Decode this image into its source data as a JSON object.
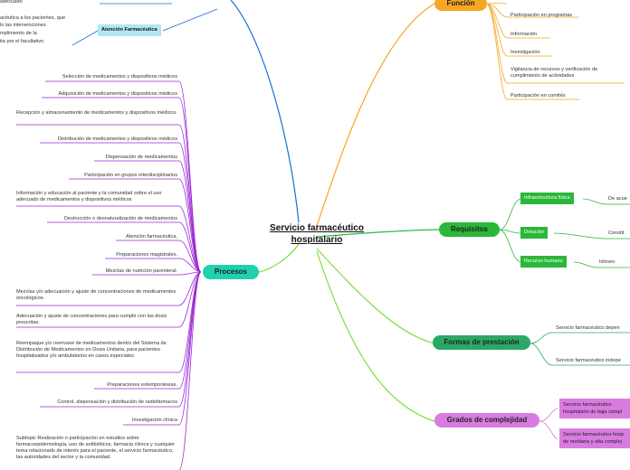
{
  "root": "Servicio farmacéutico hospitalario",
  "colors": {
    "funcion": "#f5a623",
    "requisitos": "#2ab73a",
    "formas": "#2aa868",
    "grados": "#d97be0",
    "procesos": "#1fd1b1",
    "atencion": "#b0e7f4",
    "branch_blue": "#1c6dd0",
    "branch_purple": "#9b27d6",
    "branch_green": "#79e23c"
  },
  "top_left": {
    "partial_1": "adecuado",
    "paragraph": [
      "acéutica a los pacientes, que",
      "lo las intervenciones",
      "mplimiento de la",
      "ita por el facultativo"
    ],
    "atencion_label": "Atención Farmacéutica"
  },
  "funcion": {
    "label": "Función",
    "items": [
      "Participación en programas",
      "Información",
      "Investigación",
      "Vigilancia de recursos y verificación de cumplimiento de actividades",
      "Participación en comités"
    ]
  },
  "requisitos": {
    "label": "Requisitos",
    "items": [
      {
        "tag": "Infraestructura física",
        "value": "De acue"
      },
      {
        "tag": "Dotación",
        "value": "Constit"
      },
      {
        "tag": "Recurso humano",
        "value": "Idóneo"
      }
    ]
  },
  "formas": {
    "label": "Formas de prestación",
    "items": [
      "Servicio farmacéutico depen",
      "Servicio farmacéutico indepe"
    ]
  },
  "grados": {
    "label": "Grados de complejidad",
    "items": [
      "Servicio farmacéutico hospitalario de baja compl",
      "Servicio farmacéutico hosp de mediana y alta complej"
    ]
  },
  "procesos": {
    "label": "Procesos",
    "items": [
      "Selección de medicamentos y dispositivos médicos",
      "Adquisición de medicamentos y dispositivos médicos",
      "Recepción y almacenamiento de medicamentos y dispositivos médicos.",
      "Distribución de medicamentos y dispositivos médicos",
      "Dispensación de medicamentos",
      "Participación en grupos interdisciplinarios",
      "Información y educación al paciente y la comunidad sobre el uso adecuado de medicamentos y dispositivos médicos",
      "Destrucción o desnaturalización de medicamentos",
      "Atención farmacéutica.",
      "Preparaciones magistrales.",
      "Mezclas de nutrición parenteral.",
      "Mezclas y/o adecuación y ajuste de concentraciones de medicamentos oncológicos.",
      "Adecuación y ajuste de concentraciones para cumplir con las dosis prescritas.",
      "Reempaque y/o reenvase de medicamentos dentro del Sistema de Distribución de Medicamentos en Dosis Unitaria, para pacientes hospitalizados y/o ambulatorios en casos especiales",
      "Preparaciones extemporáneas.",
      "Control, dispensación y distribución de radiofármacos",
      "Investigación clínica",
      "Subtopic Realización o participación en estudios sobre farmacoepidemiología, uso de antibióticos, farmacia clínica y cualquier tema relacionado de interés para el paciente, el servicio farmacéutico, las autoridades del sector y la comunidad."
    ]
  }
}
